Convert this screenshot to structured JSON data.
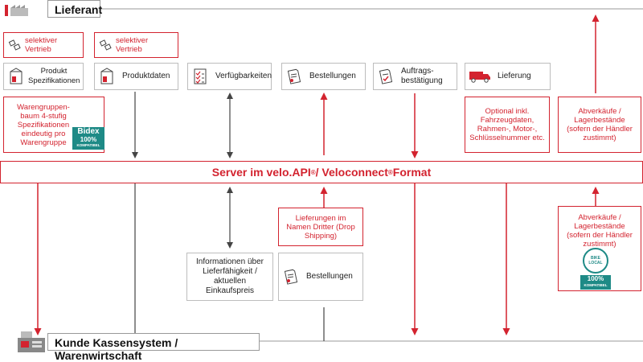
{
  "top_label": "Lieferant",
  "bottom_label": "Kunde Kassensystem / Warenwirtschaft",
  "server": {
    "title": "Server im velo.API",
    "sup1": "®",
    "middle": " / Veloconnect",
    "sup2": "®",
    "tail": " Format"
  },
  "top_red_boxes": [
    {
      "line1": "selektiver",
      "line2": "Vertrieb"
    },
    {
      "line1": "selektiver",
      "line2": "Vertrieb"
    }
  ],
  "top_gray_boxes": [
    {
      "label": "Produkt Spezifikationen",
      "icon": "product-box-icon"
    },
    {
      "label": "Produktdaten",
      "icon": "product-box-icon"
    },
    {
      "label": "Verfügbarkeiten",
      "icon": "checklist-icon"
    },
    {
      "label": "Bestellungen",
      "icon": "order-document-icon"
    },
    {
      "label": "Auftrags- bestätigung",
      "icon": "confirm-document-icon"
    },
    {
      "label": "Lieferung",
      "icon": "truck-icon"
    }
  ],
  "red_notes_top": [
    {
      "text": "Warengruppen- baum 4-stufig Spezifikationen eindeutig pro Warengruppe"
    },
    {
      "text": "Optional inkl. Fahrzeugdaten, Rahmen-, Motor-, Schlüsselnummer etc."
    },
    {
      "text": "Abverkäufe / Lagerbestände (sofern der Händler zustimmt)"
    }
  ],
  "red_notes_bottom": [
    {
      "text": "Lieferungen im Namen Dritter (Drop Shipping)"
    },
    {
      "text": "Abverkäufe / Lagerbestände (sofern der Händler zustimmt)"
    }
  ],
  "bottom_gray_boxes": [
    {
      "text": "Informationen über Lieferfähigkeit / aktuellen Einkaufspreis"
    },
    {
      "label": "Bestellungen",
      "icon": "order-document-icon"
    }
  ],
  "badges": {
    "bidex_logo": "Bidex",
    "bidex_percent": "100%",
    "bidex_sub": "KOMPATIBEL",
    "bike_local": "BIKE LOCAL",
    "bike_local_percent": "100%",
    "bike_local_sub": "KOMPATIBEL"
  },
  "colors": {
    "accent": "#d3232f",
    "gray_border": "#bdbdbd",
    "badge": "#1e8a86"
  }
}
